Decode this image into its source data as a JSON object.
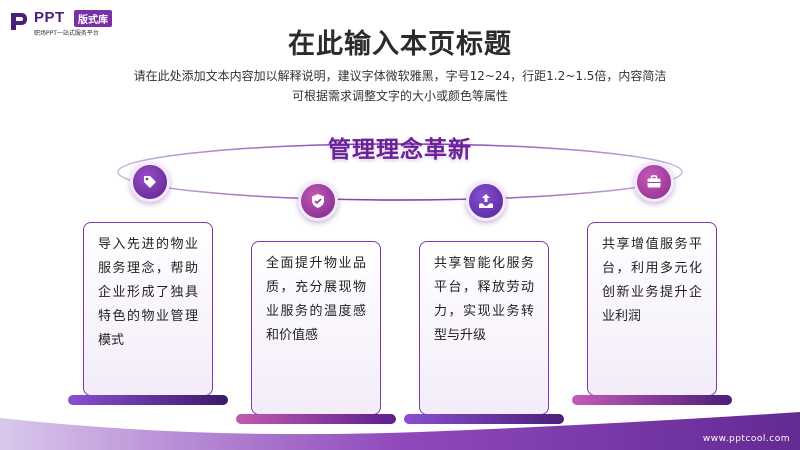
{
  "logo": {
    "ppt": "PPT",
    "badge": "版式库",
    "tagline": "职场PPT一站式服务平台"
  },
  "header": {
    "title": "在此输入本页标题",
    "subtitle_lines": [
      "请在此处添加文本内容加以解释说明，建议字体微软雅黑，字号12~24，行距1.2~1.5倍，内容简洁",
      "可根据需求调整文字的大小或颜色等属性"
    ]
  },
  "headline": "管理理念革新",
  "colors": {
    "primary": "#6a2296",
    "accent": "#b04aa0",
    "dark": "#4a1f7a"
  },
  "items": [
    {
      "icon": "tag-icon",
      "text": "导入先进的物业服务理念，帮助企业形成了独具特色的物业管理模式"
    },
    {
      "icon": "shield-icon",
      "text": "全面提升物业品质，充分展现物业服务的温度感和价值感"
    },
    {
      "icon": "growth-icon",
      "text": "共享智能化服务平台，释放劳动力，实现业务转型与升级"
    },
    {
      "icon": "briefcase-icon",
      "text": "共享增值服务平台，利用多元化创新业务提升企业利润"
    }
  ],
  "footer": "www.pptcool.com"
}
